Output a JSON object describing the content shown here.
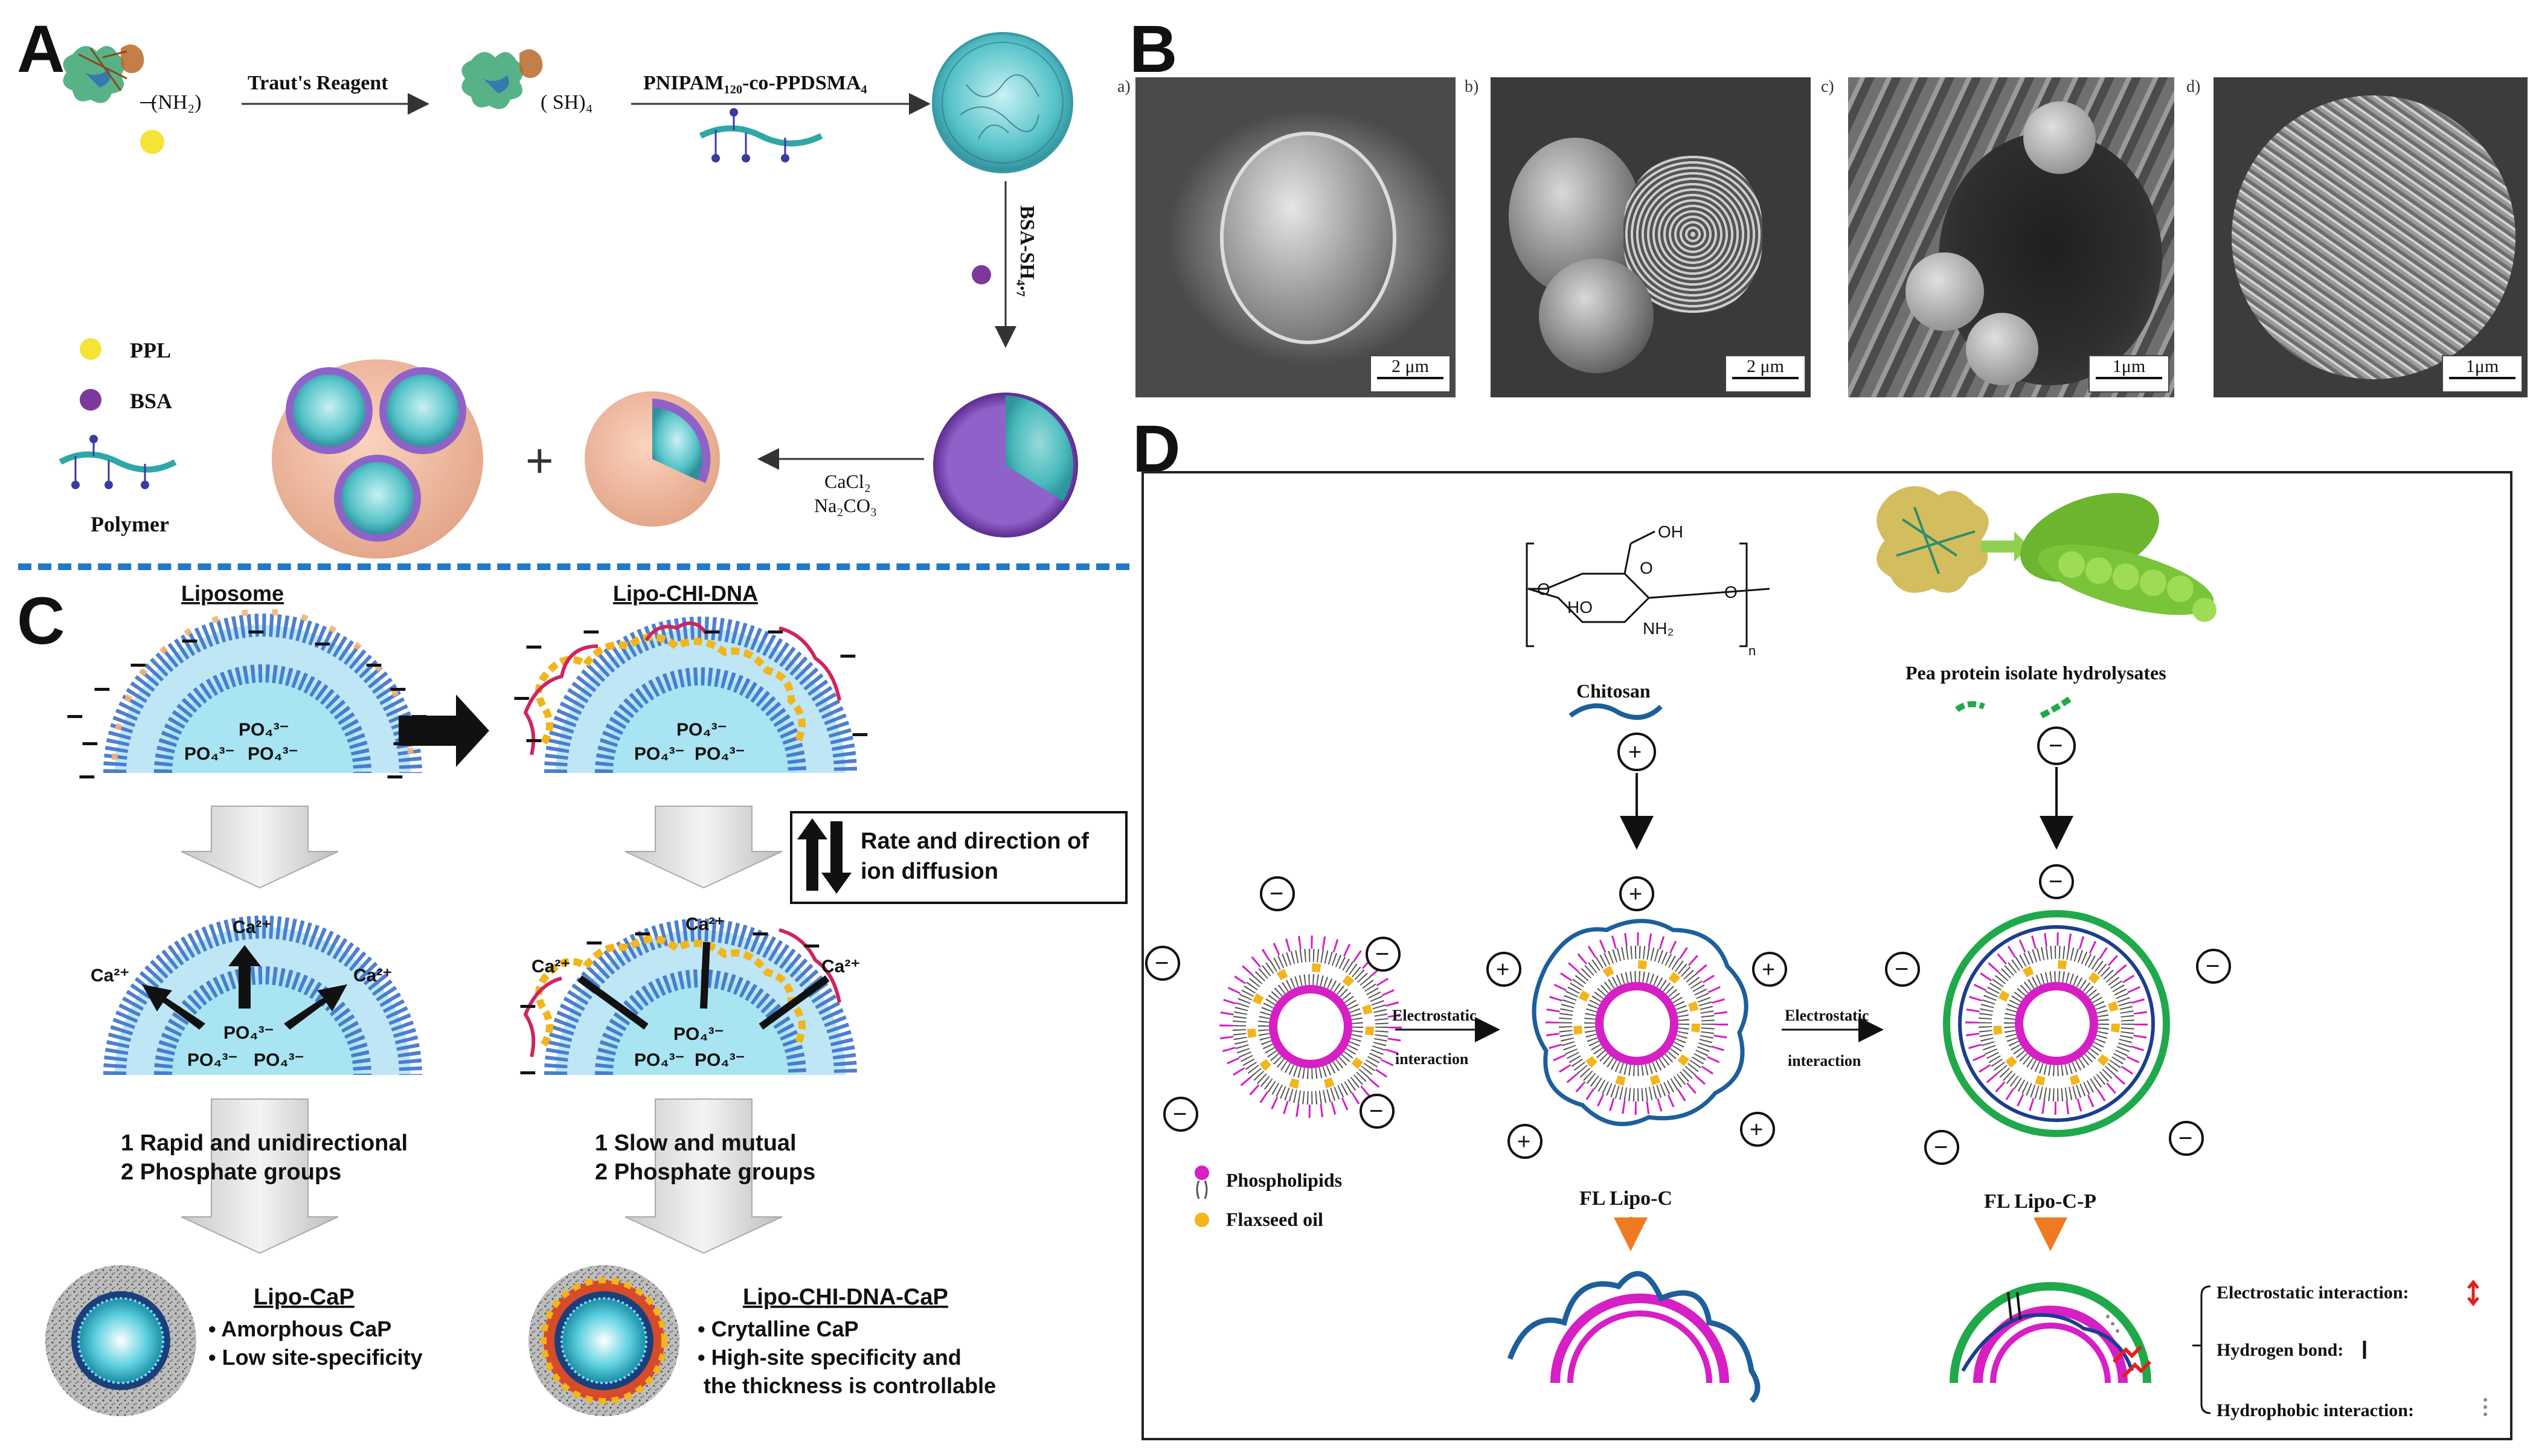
{
  "panels": {
    "A": "A",
    "B": "B",
    "C": "C",
    "D": "D"
  },
  "panelA": {
    "nh2": "(NH₂)",
    "reagent1": "Traut's Reagent",
    "sh4": "( SH)₄",
    "polymer_name": "PNIPAM₁₂₀-co-PPDSMA₄",
    "reagent2": "BSA-SH₄.₇",
    "reagent3_line1": "CaCl₂",
    "reagent3_line2": "Na₂CO₃",
    "legend_ppl": "PPL",
    "legend_bsa": "BSA",
    "legend_polymer": "Polymer",
    "plus": "+"
  },
  "panelB": {
    "sublabels": [
      "a)",
      "b)",
      "c)",
      "d)"
    ],
    "scales": [
      "2 μm",
      "2 μm",
      "1μm",
      "1μm"
    ]
  },
  "panelC": {
    "title_liposome": "Liposome",
    "title_lipo_chi_dna": "Lipo-CHI-DNA",
    "po4": "PO₄³⁻",
    "ca": "Ca²⁺",
    "diffusion_line1": "Rate and direction of",
    "diffusion_line2": "ion diffusion",
    "left_step1": "1 Rapid and unidirectional",
    "left_step2": "2 Phosphate groups",
    "right_step1": "1 Slow and mutual",
    "right_step2": "2 Phosphate groups",
    "left_product": "Lipo-CaP",
    "left_bullet1": "• Amorphous CaP",
    "left_bullet2": "• Low site-specificity",
    "right_product": "Lipo-CHI-DNA-CaP",
    "right_bullet1": "• Crytalline CaP",
    "right_bullet2": "• High-site specificity and",
    "right_bullet3": "the thickness is controllable"
  },
  "panelD": {
    "chitosan": "Chitosan",
    "chem_oh": "OH",
    "chem_o": "O",
    "chem_ho": "HO",
    "chem_nh2": "NH₂",
    "chem_n": "n",
    "pea": "Pea protein isolate hydrolysates",
    "electrostatic1_line1": "Electrostatic",
    "electrostatic1_line2": "interaction",
    "electrostatic2_line1": "Electrostatic",
    "electrostatic2_line2": "interaction",
    "legend_phospholipids": "Phospholipids",
    "legend_flaxseed": "Flaxseed oil",
    "fl_lipo_c": "FL Lipo-C",
    "fl_lipo_c_p": "FL Lipo-C-P",
    "int_electrostatic": "Electrostatic interaction:",
    "int_hydrogen": "Hydrogen bond:",
    "int_hydrophobic": "Hydrophobic interaction:",
    "plus": "+",
    "minus": "−"
  },
  "colors": {
    "magenta": "#d61fc4",
    "yellow": "#f2b51c",
    "navy": "#1c3d8f",
    "green": "#1fa94a",
    "dash_blue": "#1f78c8",
    "liposome_blue": "#3a72c9",
    "bead_orange": "#f3b27a",
    "core_cyan": "#a8e4f2"
  }
}
